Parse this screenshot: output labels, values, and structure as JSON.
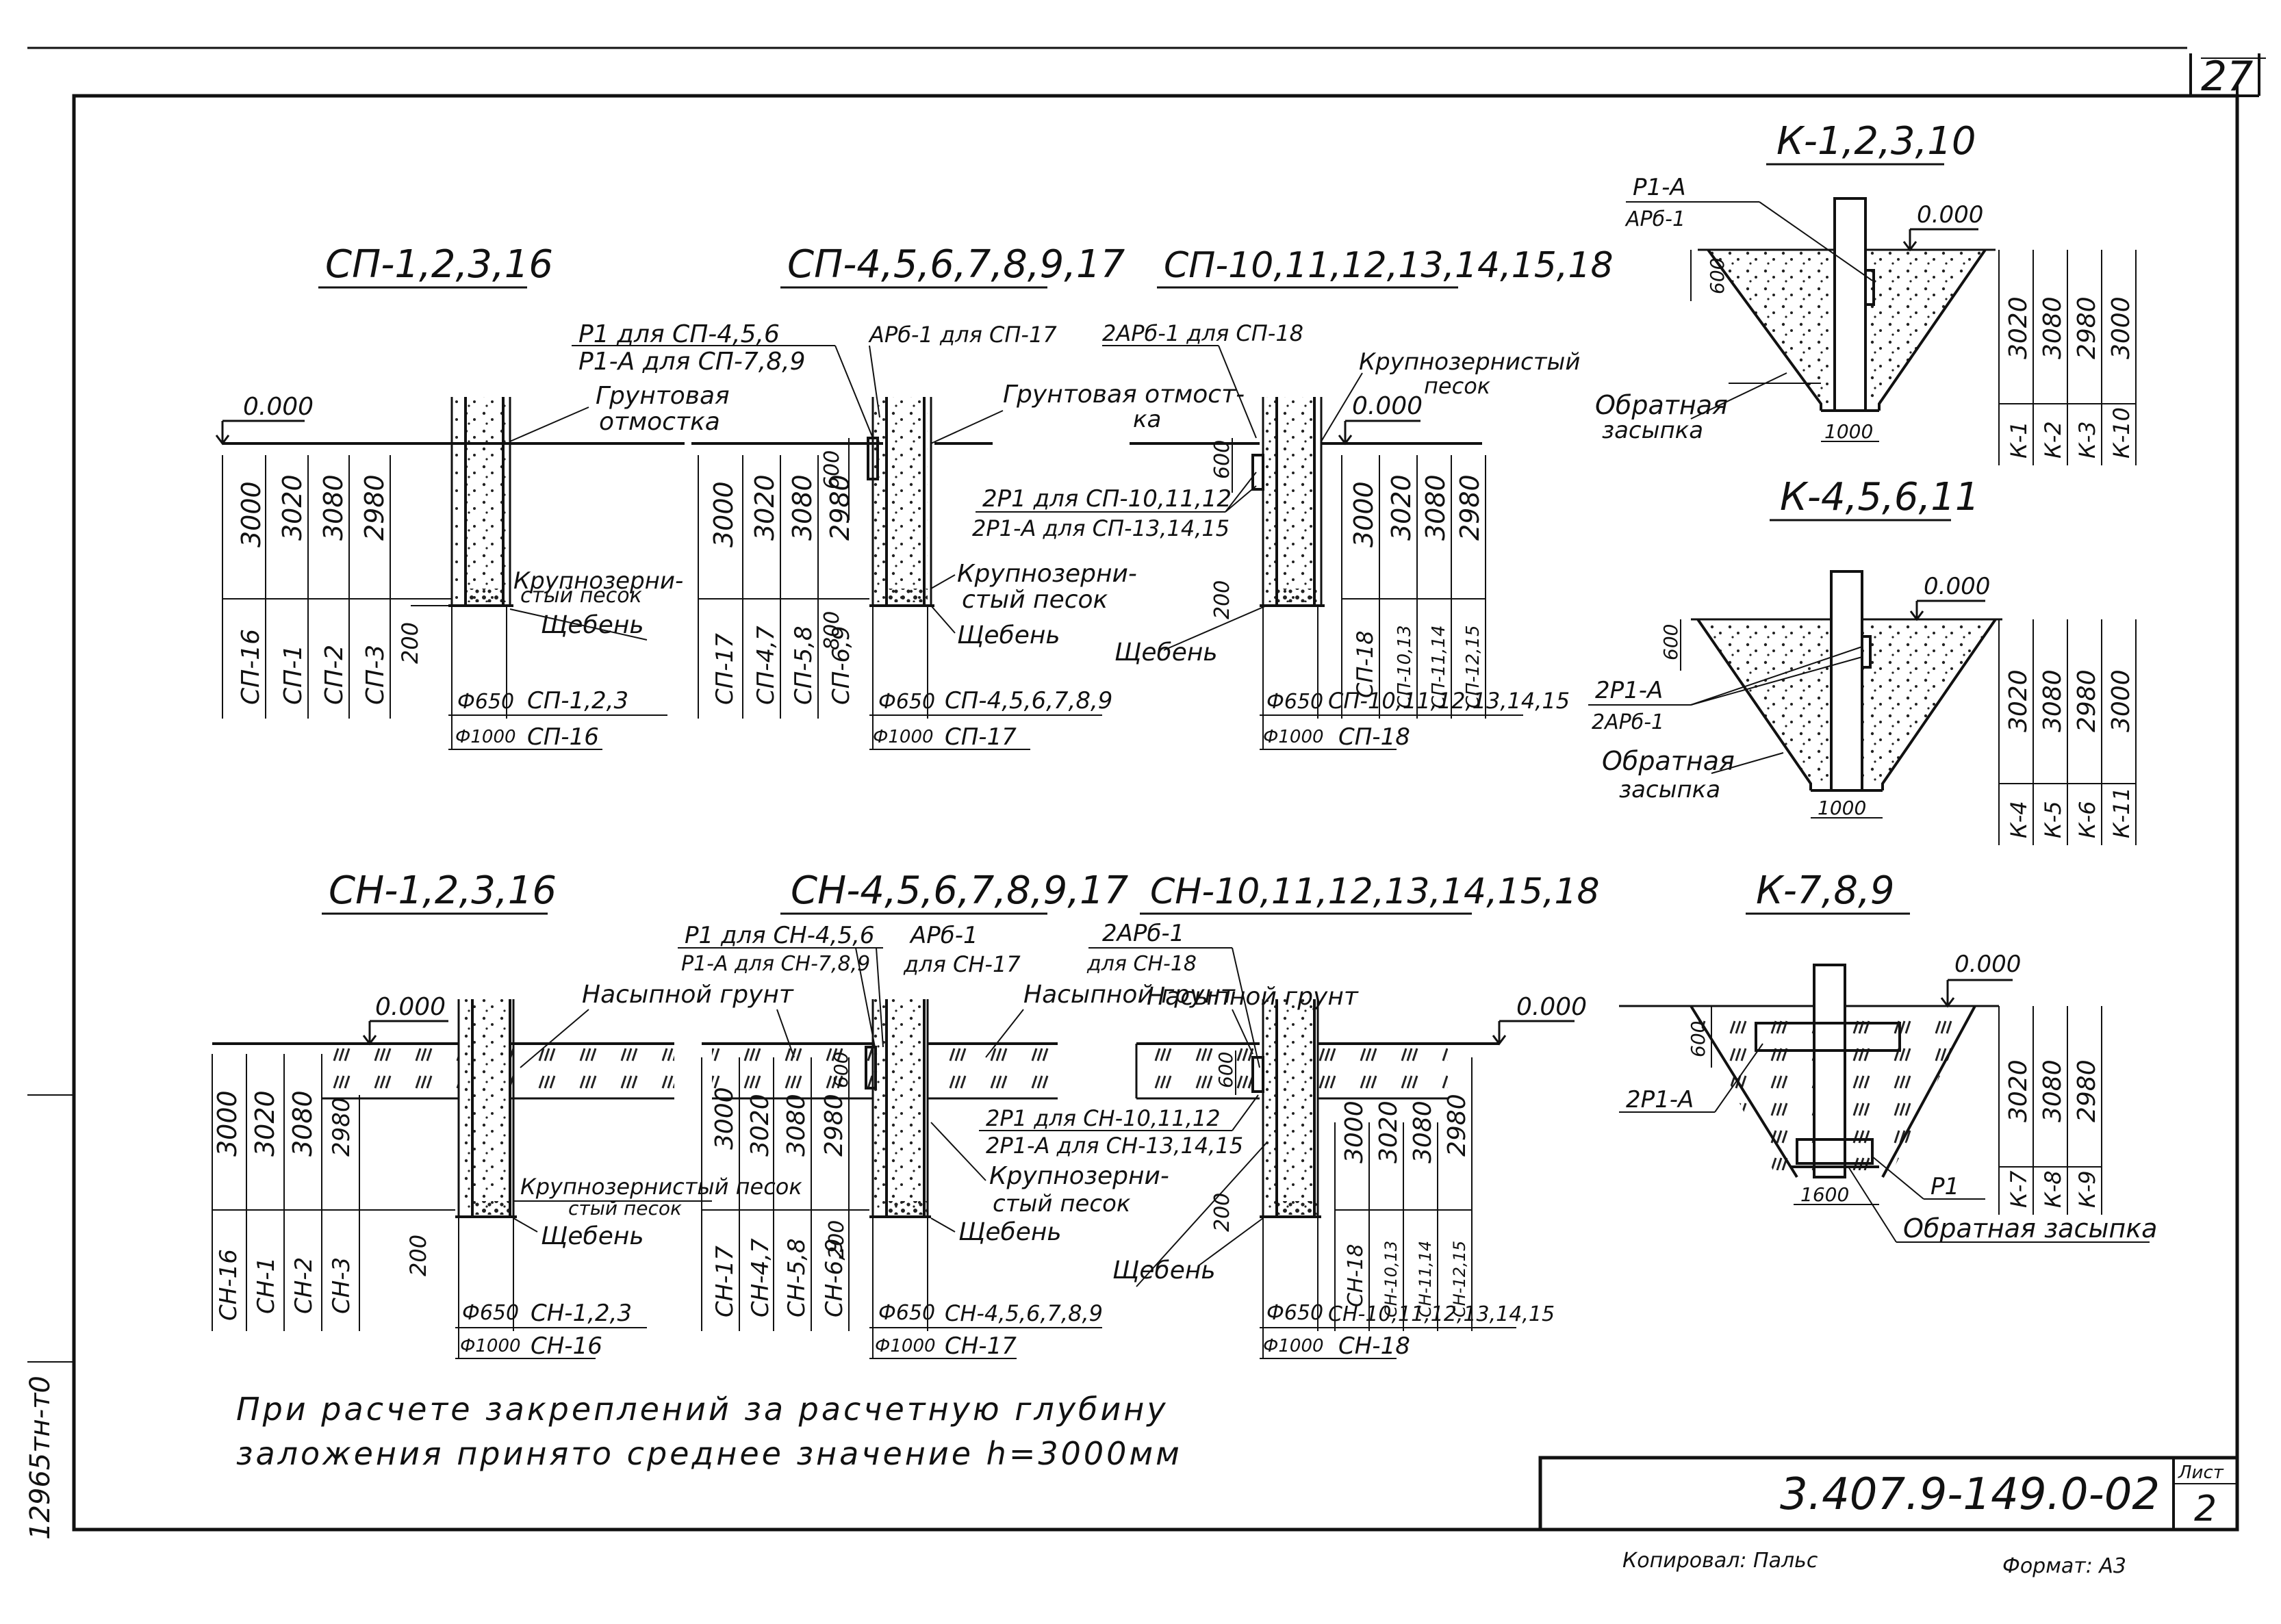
{
  "sheet": {
    "page_number": "27",
    "doc_code": "3.407.9-149.0-02",
    "sheet_label": "Лист",
    "sheet_number": "2",
    "side_inventory": "12965тн-т0",
    "copied_label": "Копировал: Пальс",
    "format_label": "Формат: А3",
    "note_line1": "При расчете закреплений за расчетную глубину",
    "note_line2": "заложения принято среднее значение h=3000мм"
  },
  "common": {
    "ground": "0.000",
    "d1": "3000",
    "d2": "3020",
    "d3": "3080",
    "d4": "2980",
    "bottom_200": "200",
    "top_600": "600",
    "base_1000": "1000",
    "base_1600": "1600",
    "phi650": "Ф650",
    "phi1000": "Ф1000",
    "sand": "Крупнозернистый песок",
    "sand_a": "Крупнозерни-",
    "sand_b": "стый песок",
    "gravel": "Щебень",
    "backfill": "Обратная засыпка",
    "backfill_a": "Обратная",
    "backfill_b": "засыпка",
    "fill_soil": "Насыпной грунт"
  },
  "sp1": {
    "title": "СП-1,2,3,16",
    "soil_a": "Грунтовая",
    "soil_b": "отмостка",
    "cols": [
      "СП-16",
      "СП-1",
      "СП-2",
      "СП-3"
    ],
    "f1": "СП-1,2,3",
    "f2": "СП-16"
  },
  "sp4": {
    "title": "СП-4,5,6,7,8,9,17",
    "r1": "Р1 для СП-4,5,6",
    "r2": "Р1-А для СП-7,8,9",
    "arb": "АРб-1 для СП-17",
    "soil_a": "Грунтовая отмост-",
    "soil_b": "ка",
    "cols": [
      "СП-17",
      "СП-4,7",
      "СП-5,8",
      "СП-6,9"
    ],
    "dim800": "800",
    "f1": "СП-4,5,6,7,8,9",
    "f2": "СП-17"
  },
  "sp10": {
    "title": "СП-10,11,12,13,14,15,18",
    "arb": "2АРб-1 для СП-18",
    "sand_a": "Крупнозернистый",
    "sand_b": "песок",
    "r1": "2Р1 для СП-10,11,12",
    "r2": "2Р1-А для СП-13,14,15",
    "cols": [
      "СП-18",
      "СП-10,13",
      "СП-11,14",
      "СП-12,15"
    ],
    "f1": "СП-10,11,12,13,14,15",
    "f2": "СП-18"
  },
  "sn1": {
    "title": "СН-1,2,3,16",
    "cols": [
      "СН-16",
      "СН-1",
      "СН-2",
      "СН-3"
    ],
    "f1": "СН-1,2,3",
    "f2": "СН-16"
  },
  "sn4": {
    "title": "СН-4,5,6,7,8,9,17",
    "r1": "Р1 для СН-4,5,6",
    "r2": "Р1-А для СН-7,8,9",
    "arb_a": "АРб-1",
    "arb_b": "для СН-17",
    "cols": [
      "СН-17",
      "СН-4,7",
      "СН-5,8",
      "СН-6,9"
    ],
    "f1": "СН-4,5,6,7,8,9",
    "f2": "СН-17"
  },
  "sn10": {
    "title": "СН-10,11,12,13,14,15,18",
    "arb_a": "2АРб-1",
    "arb_b": "для СН-18",
    "r1": "2Р1 для СН-10,11,12",
    "r2": "2Р1-А для СН-13,14,15",
    "cols": [
      "СН-18",
      "СН-10,13",
      "СН-11,14",
      "СН-12,15"
    ],
    "f1": "СН-10,11,12,13,14,15",
    "f2": "СН-18"
  },
  "k1": {
    "title": "К-1,2,3,10",
    "r": "Р1-А",
    "arb": "АРб-1",
    "cols": [
      "К-1",
      "К-2",
      "К-3",
      "К-10"
    ],
    "dims": [
      "3020",
      "3080",
      "2980",
      "3000"
    ]
  },
  "k4": {
    "title": "К-4,5,6,11",
    "r": "2Р1-А",
    "arb": "2АРб-1",
    "cols": [
      "К-4",
      "К-5",
      "К-6",
      "К-11"
    ],
    "dims": [
      "3020",
      "3080",
      "2980",
      "3000"
    ]
  },
  "k7": {
    "title": "К-7,8,9",
    "r": "2Р1-А",
    "r1": "Р1",
    "cols": [
      "К-7",
      "К-8",
      "К-9"
    ],
    "dims": [
      "3020",
      "3080",
      "2980"
    ]
  }
}
